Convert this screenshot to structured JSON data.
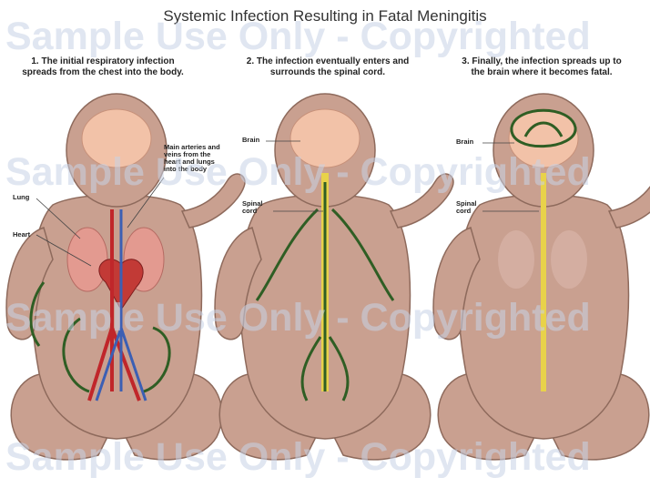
{
  "title": "Systemic Infection Resulting in Fatal Meningitis",
  "panels": [
    {
      "caption": "1. The initial respiratory infection spreads from the chest into the body."
    },
    {
      "caption": "2. The infection eventually enters and surrounds the spinal cord."
    },
    {
      "caption": "3. Finally, the infection spreads up to the brain where it becomes fatal."
    }
  ],
  "labels": {
    "arteries": "Main arteries and veins from the heart and lungs into the body",
    "lung": "Lung",
    "heart": "Heart",
    "brain2": "Brain",
    "spinal2": "Spinal cord",
    "brain3": "Brain",
    "spinal3": "Spinal cord"
  },
  "watermark": "Sample Use Only - Copyrighted",
  "colors": {
    "skin": "#c9a090",
    "skin_edge": "#8e6a5c",
    "brain": "#f2c2a8",
    "organ": "#d9736a",
    "infection": "#2f5e24",
    "spinal": "#e8d24a",
    "artery": "#c0262a",
    "vein": "#3b5fb4"
  }
}
